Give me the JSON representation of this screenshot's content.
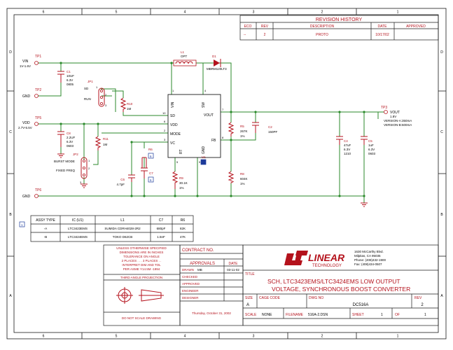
{
  "border": {
    "cols": [
      "6",
      "5",
      "4",
      "3",
      "2",
      "1"
    ],
    "rows": [
      "D",
      "C",
      "B",
      "A"
    ]
  },
  "revision_history": {
    "title": "REVISION HISTORY",
    "headers": [
      "ECO",
      "REV",
      "DESCRIPTION",
      "DATE",
      "APPROVED"
    ],
    "row": [
      "--",
      "2",
      "PROTO",
      "10/17/02",
      ""
    ]
  },
  "schematic": {
    "vin_label": "VIN",
    "vin_range": "1V-1.6V",
    "tp1": "TP1",
    "tp2": "TP2",
    "tp5": "TP5",
    "tp6": "TP6",
    "tp3": "TP3",
    "gnd1": "GND",
    "gnd2": "GND",
    "vdd_label": "VDD",
    "vdd_range": "2.7V-5.5V",
    "c1": [
      "C1",
      "10UF",
      "6.3V",
      "0805"
    ],
    "c8": [
      "C8",
      "2.2UF",
      "6.3V",
      "0603"
    ],
    "jp1": [
      "JP1",
      "SD"
    ],
    "run": "RUN",
    "jp2": "JP2",
    "burst": "BURST MODE",
    "fixed": "FIXED FREQ",
    "r10": [
      "R10",
      "1M"
    ],
    "r11": [
      "R11",
      "1M"
    ],
    "l1": [
      "L1",
      "OPT"
    ],
    "d1": [
      "D1",
      "MBRM120LT3"
    ],
    "ic_pins": {
      "vin": "VIN",
      "sw": "SW",
      "sd": "SD",
      "vdd": "VDD",
      "mode": "MODE",
      "vc": "VC",
      "rt": "RT",
      "gnd": "GND",
      "vout": "VOUT",
      "fb": "FB"
    },
    "pin_numbers": [
      "1",
      "4",
      "10",
      "6",
      "2",
      "3",
      "5",
      "9",
      "7",
      "8"
    ],
    "jumper_pins": [
      "1",
      "2",
      "3",
      "1",
      "2",
      "3"
    ],
    "r6": "R6",
    "r6_tag": "6",
    "c7": "C7",
    "c7_tag": "6",
    "u1_tag": "U1",
    "u1_num": "1",
    "c6": [
      "C6",
      "4.7pF"
    ],
    "r9": [
      "R9",
      "30.1K",
      "1%"
    ],
    "r5": [
      "R5",
      "267K",
      "1%"
    ],
    "c2": [
      "C2",
      "150PF"
    ],
    "r8": [
      "R8",
      "604K",
      "1%"
    ],
    "c4": [
      "C4",
      "47uF",
      "6.3V",
      "1210"
    ],
    "c5": [
      "C5",
      "1uF",
      "6.3V",
      "0603"
    ],
    "vout": [
      "VOUT",
      "1.8V",
      "VERSION-A:350mA",
      "VERSION-B:600mA"
    ]
  },
  "assy_table": {
    "marker": "1",
    "headers": [
      "ASSY TYPE",
      "IC (U1)",
      "L1",
      "C7",
      "R6"
    ],
    "rows": [
      [
        "-A",
        "LTC3423EMS",
        "SUMIDA  CDRH4028-2R2",
        "680pF",
        "82K"
      ],
      [
        "-B",
        "LTC3424EMS",
        "TOKO D62CB",
        "1.5nF",
        "47K"
      ]
    ]
  },
  "notes": {
    "lines": [
      "UNLESS OTHERWISE SPECIFIED",
      "DIMENSIONS ARE IN INCHES",
      "TOLERANCE ON ANGLE",
      "2 PLACES . . .   3 PLACES . .",
      "INTERPRET DIM AND TOL",
      "PER ASME Y14.5M -1994"
    ],
    "projection": "THIRD ANGLE PROJECTION",
    "no_scale": "DO NOT SCALE DRAWING"
  },
  "contract": {
    "contract_no": "CONTRACT NO.",
    "approvals": "APPROVALS",
    "date": "DATE",
    "drawn": "DRAWN",
    "drawn_by": "MB",
    "drawn_date": "03-11-02",
    "checked": "CHECKED",
    "approved": "APPROVED",
    "engineer": "ENGINEER",
    "designer": "DESIGNER",
    "print_date": "Thursday, October 31, 2002"
  },
  "company": {
    "name_top": "LINEAR",
    "name_bottom": "TECHNOLOGY",
    "address": [
      "1630 McCarthy Blvd.",
      "Milpitas, CA 95035",
      "Phone: (408)432-1900",
      "Fax: (408)434-0507"
    ],
    "title_label": "TITLE",
    "title_line1": "SCH, LTC3423EMS/LTC3424EMS  LOW OUTPUT",
    "title_line2": "VOLTAGE, SYNCHRONOUS BOOST CONVERTER"
  },
  "doc": {
    "size_label": "SIZE",
    "size": "A",
    "cage_label": "CAGE CODE",
    "dwg_label": "DWG NO",
    "dwg": "DC516A",
    "rev_label": "REV",
    "rev": "2",
    "scale_label": "SCALE",
    "scale": "NONE",
    "filename_label": "FILENAME",
    "filename": "516A-2.DSN",
    "sheet_label": "SHEET",
    "sheet": "1",
    "of_label": "OF",
    "of": "1"
  },
  "colors": {
    "wire": "#2b8a2b",
    "part": "#b4121c",
    "text": "#1c3a9a",
    "border": "#1a1a1a"
  }
}
